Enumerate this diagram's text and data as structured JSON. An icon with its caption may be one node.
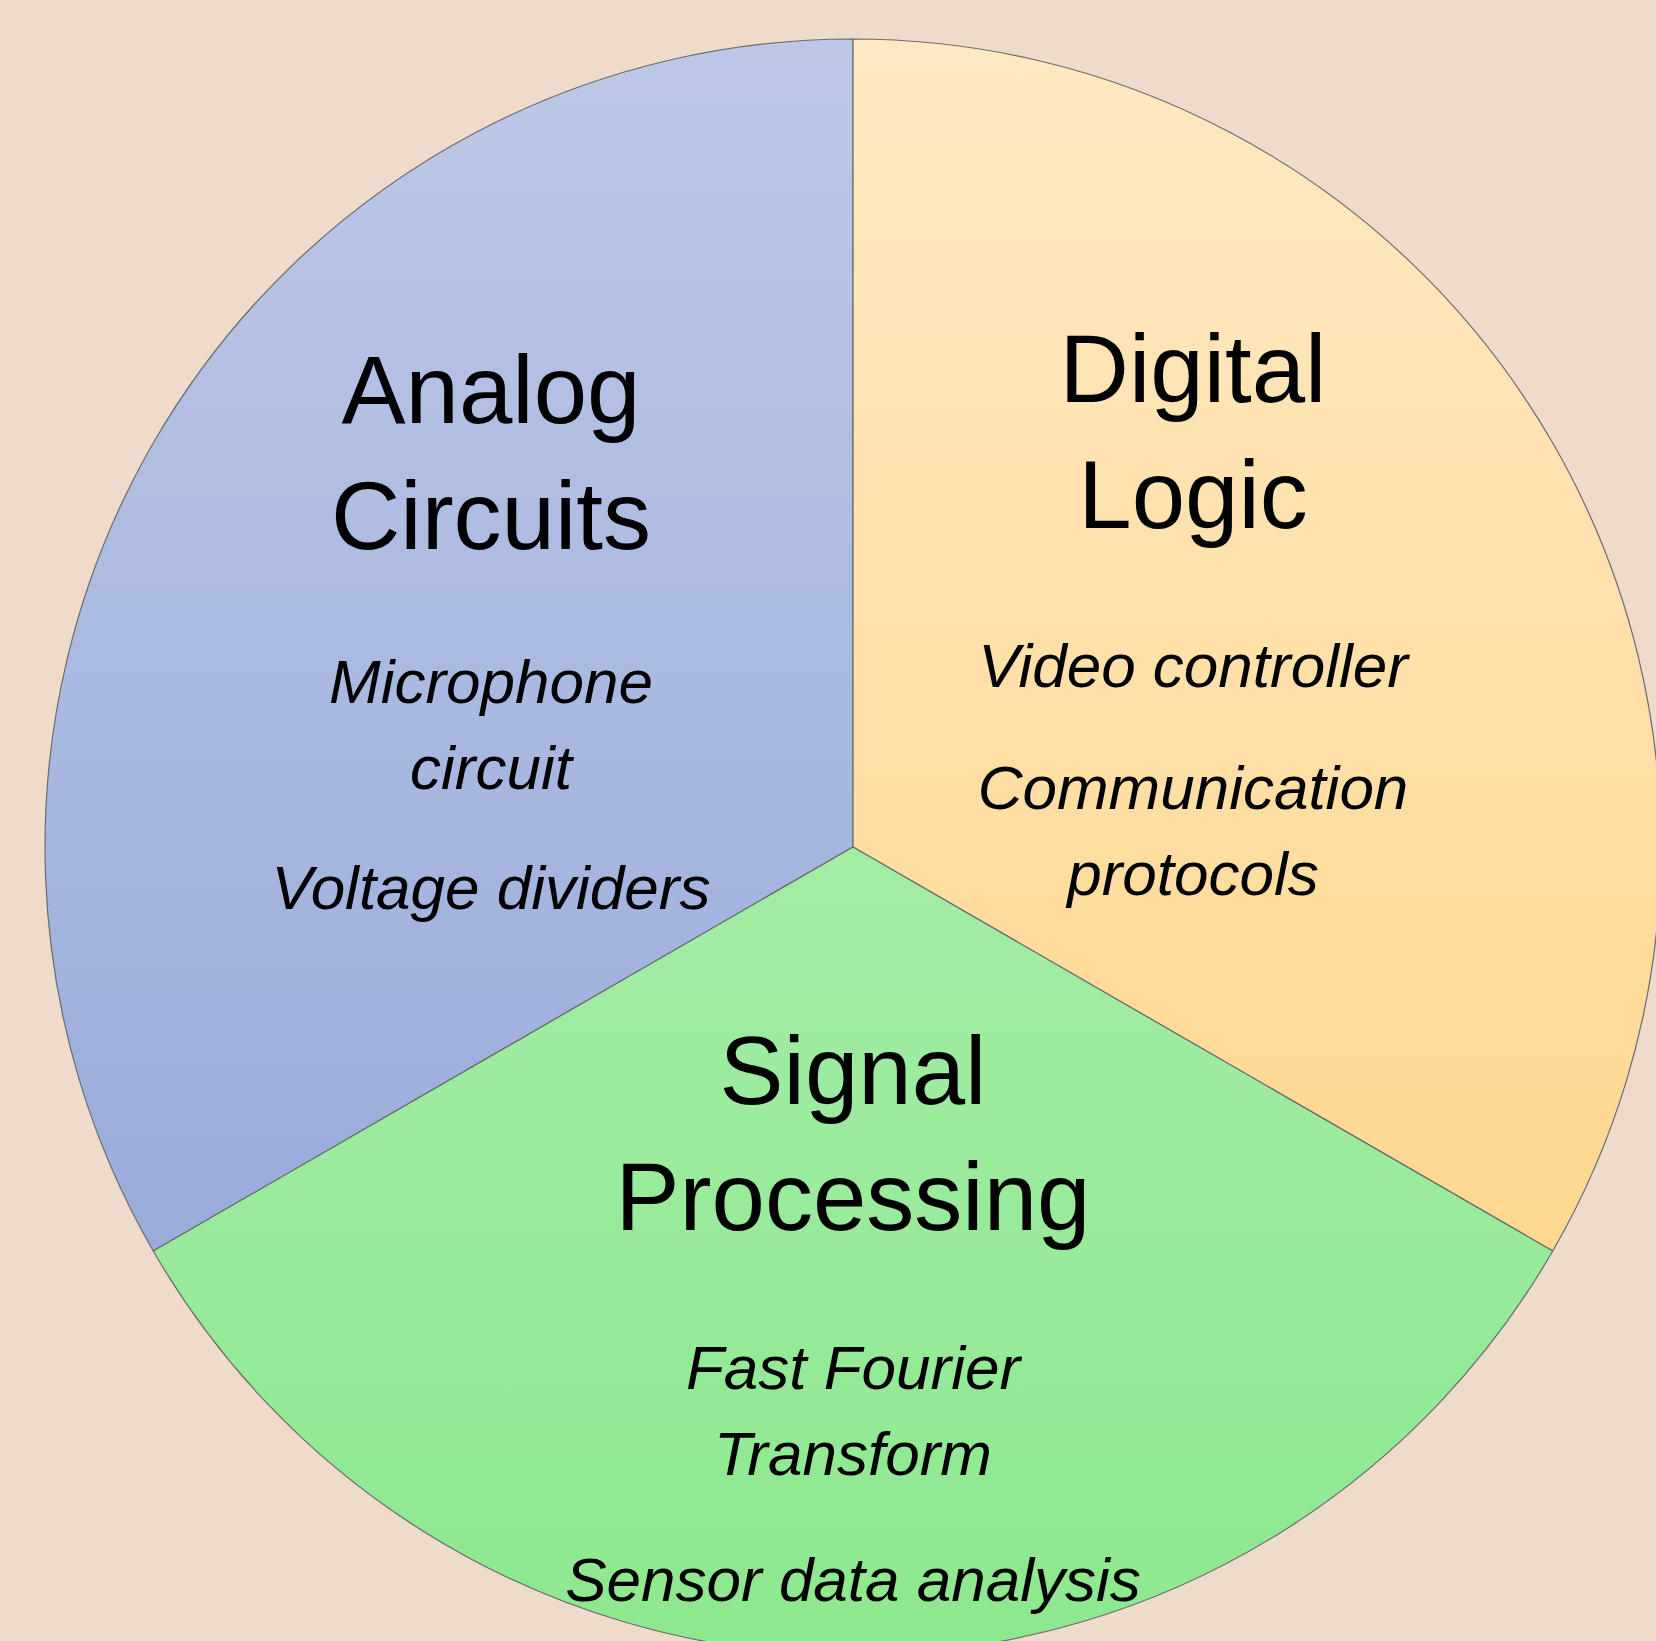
{
  "diagram": {
    "nodes": [
      {
        "text": [
          "Analog Circuits",
          "Microphone circuit",
          "Voltage dividers"
        ]
      },
      {
        "text": [
          "Digital Logic",
          "Video controller",
          "Communication protocols"
        ]
      },
      {
        "text": [
          "Signal Processing",
          "Fast Fourier Transform",
          "Sensor data analysis"
        ]
      }
    ]
  }
}
